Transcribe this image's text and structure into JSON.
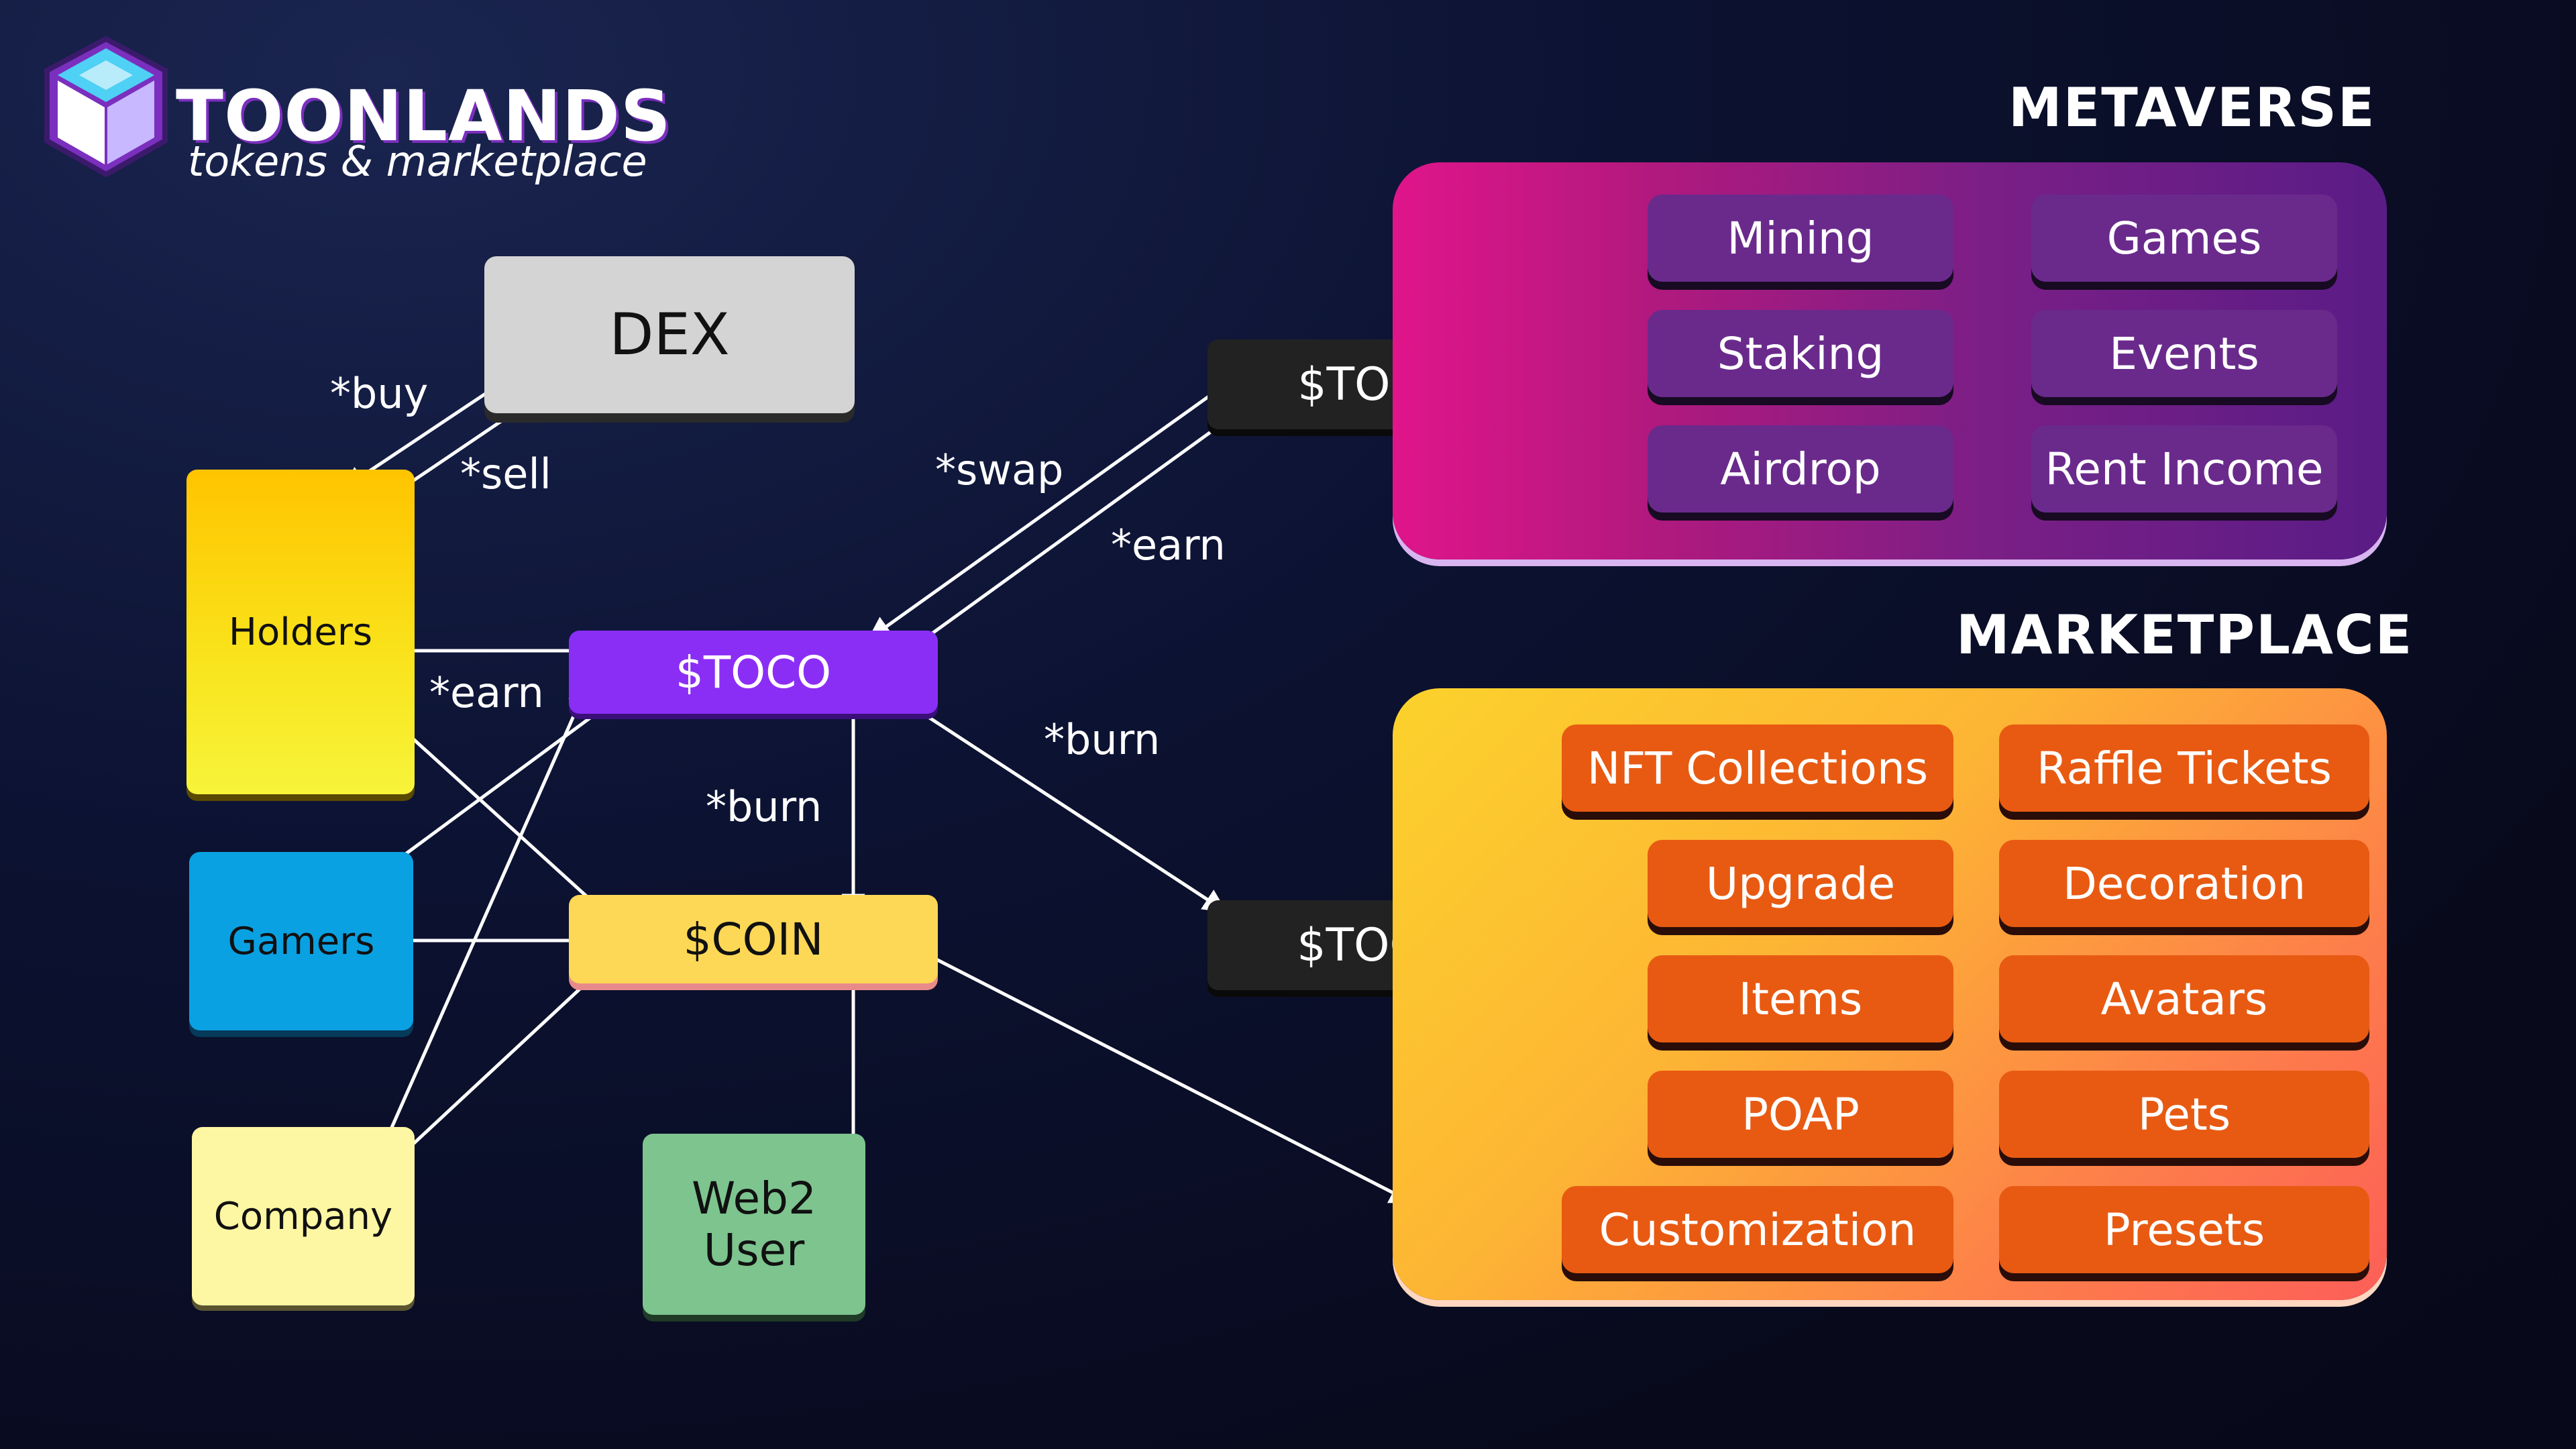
{
  "brand": {
    "name": "TOONLANDS",
    "tagline": "tokens & marketplace",
    "logo_icon": "cube-logo-icon"
  },
  "nodes": {
    "dex": "DEX",
    "holders": "Holders",
    "gamers": "Gamers",
    "company": "Company",
    "toco": "$TOCO",
    "coin": "$COIN",
    "tocox_top": "$TOCOX",
    "tocox_bottom": "$TOCOX",
    "web2_user": [
      "Web2",
      "User"
    ]
  },
  "edge_labels": {
    "buy": "*buy",
    "sell": "*sell",
    "swap": "*swap",
    "earn_tocox": "*earn",
    "earn_holders": "*earn",
    "burn_coin": "*burn",
    "burn_tocox": "*burn"
  },
  "metaverse": {
    "title": "METAVERSE",
    "items": [
      "Mining",
      "Games",
      "Staking",
      "Events",
      "Airdrop",
      "Rent Income"
    ]
  },
  "marketplace": {
    "title": "MARKETPLACE",
    "items": [
      "NFT Collections",
      "Raffle Tickets",
      "Upgrade",
      "Decoration",
      "Items",
      "Avatars",
      "POAP",
      "Pets",
      "Customization",
      "Presets"
    ]
  },
  "colors": {
    "background": "#0a0d24",
    "dex": "#d4d4d4",
    "holders_top": "#ffc400",
    "holders_bottom": "#f7f43a",
    "gamers": "#0aa1e2",
    "company": "#fdf6a3",
    "toco": "#8b2ef5",
    "coin": "#fcd856",
    "tocox": "#222222",
    "web2_user": "#7dc48f",
    "metaverse_panel_from": "#e0158a",
    "metaverse_panel_to": "#5a1c86",
    "metaverse_pill": "#6a2a8c",
    "marketplace_panel_from": "#fcd22c",
    "marketplace_panel_to": "#fd5e58",
    "marketplace_pill": "#e85a12"
  }
}
